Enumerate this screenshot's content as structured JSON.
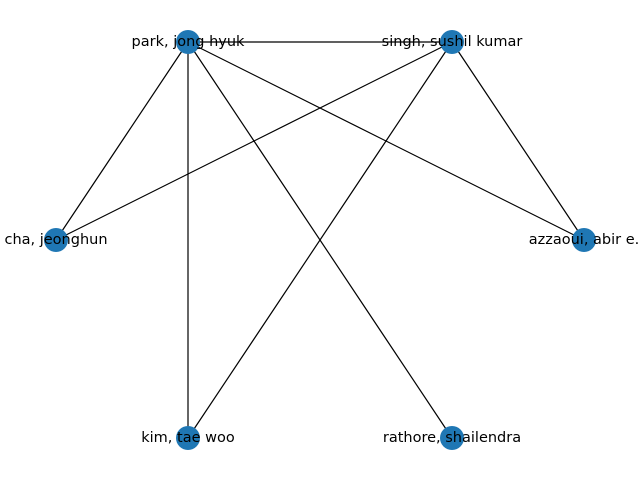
{
  "graph": {
    "node_color": "#1f77b4",
    "edge_color": "#000000",
    "nodes": [
      {
        "id": "park",
        "label": "park, jong hyuk"
      },
      {
        "id": "singh",
        "label": "singh, sushil kumar"
      },
      {
        "id": "cha",
        "label": "cha, jeonghun"
      },
      {
        "id": "azzaoui",
        "label": "azzaoui, abir e."
      },
      {
        "id": "kim",
        "label": "kim, tae woo"
      },
      {
        "id": "rathore",
        "label": "rathore, shailendra"
      }
    ],
    "edges": [
      [
        "park",
        "singh"
      ],
      [
        "park",
        "cha"
      ],
      [
        "park",
        "kim"
      ],
      [
        "park",
        "rathore"
      ],
      [
        "park",
        "azzaoui"
      ],
      [
        "singh",
        "cha"
      ],
      [
        "singh",
        "kim"
      ],
      [
        "singh",
        "azzaoui"
      ]
    ]
  }
}
